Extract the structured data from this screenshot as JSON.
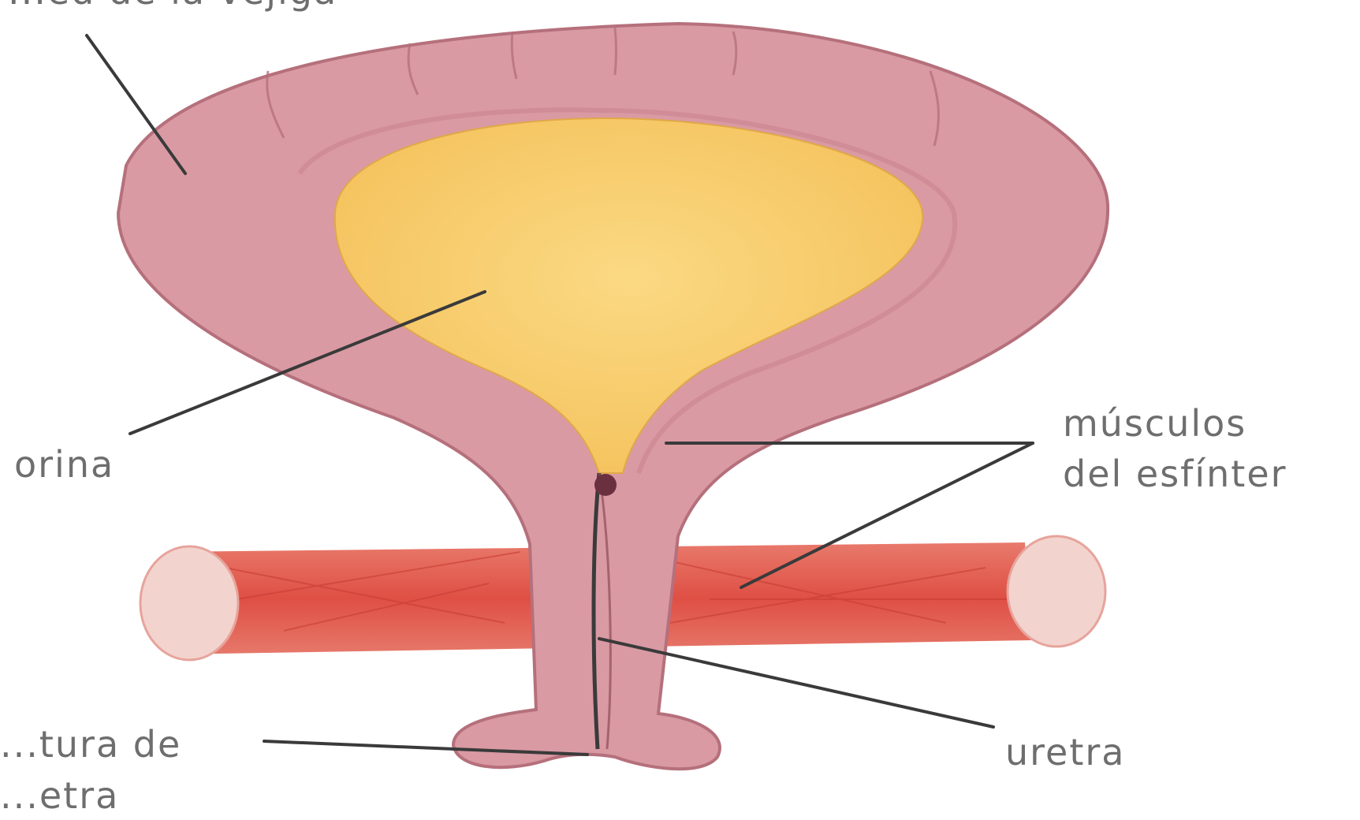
{
  "labels": {
    "bladder_wall": "...ed de la vejiga",
    "urine": "orina",
    "sphincter_line1": "músculos",
    "sphincter_line2": "del esfínter",
    "urethra": "uretra",
    "opening_line1": "...tura de",
    "opening_line2": "...etra"
  },
  "colors": {
    "bladder_wall": "#d99aa3",
    "bladder_edge": "#b5707c",
    "urine": "#f8cf6a",
    "pelvic_muscle": "#e2584b",
    "muscle_end": "#f3d3ce",
    "leader": "#3a3a3a",
    "label_text": "#6e6e6e"
  }
}
